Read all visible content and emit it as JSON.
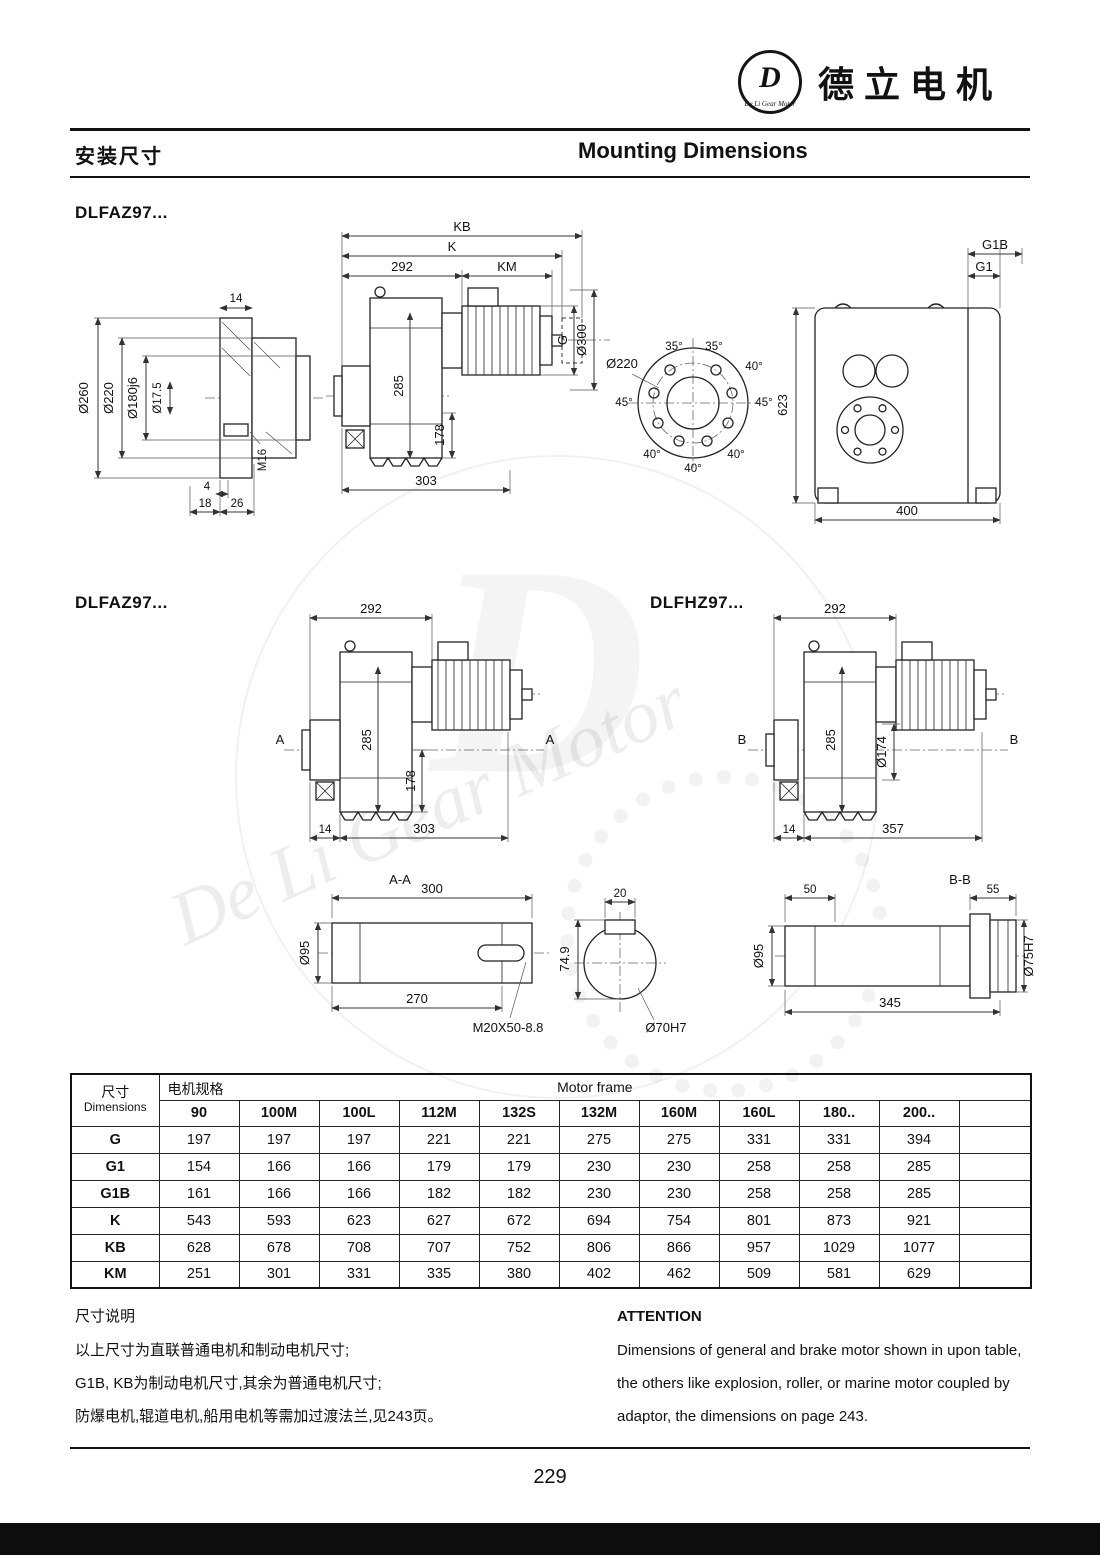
{
  "brand": {
    "name_cn": "德立电机",
    "name_en": "De Li Gear Motor",
    "logo_letter": "D"
  },
  "header": {
    "title_cn": "安装尺寸",
    "title_en": "Mounting Dimensions"
  },
  "sections": {
    "s1": "DLFAZ97...",
    "s2": "DLFAZ97...",
    "s3": "DLFHZ97..."
  },
  "watermark": "De Li Gear Motor",
  "d1": {
    "kb": "KB",
    "k": "K",
    "n292": "292",
    "km": "KM",
    "g": "G",
    "d300": "Ø300",
    "n285": "285",
    "n178": "178",
    "n303": "303",
    "d260": "Ø260",
    "d220": "Ø220",
    "d180": "Ø180j6",
    "d175": "Ø17.5",
    "n14": "14",
    "m16": "M16",
    "n4": "4",
    "n18": "18",
    "n26": "26",
    "bc_d220": "Ø220",
    "angles": [
      "35°",
      "35°",
      "40°",
      "45°",
      "45°",
      "40°",
      "40°",
      "40°"
    ],
    "g1b": "G1B",
    "g1": "G1",
    "n623": "623",
    "n400": "400"
  },
  "d2": {
    "left": {
      "n292": "292",
      "n285": "285",
      "n178": "178",
      "mark": "A",
      "n14": "14",
      "n303": "303"
    },
    "right": {
      "n292": "292",
      "n285": "285",
      "d174": "Ø174",
      "mark": "B",
      "n14": "14",
      "n357": "357"
    }
  },
  "d3": {
    "aa": {
      "title": "A-A",
      "n300": "300",
      "d95": "Ø95",
      "n270": "270",
      "thread": "M20X50-8.8"
    },
    "key": {
      "n20": "20",
      "n749": "74.9",
      "d70": "Ø70H7"
    },
    "bb": {
      "title": "B-B",
      "n50": "50",
      "n55": "55",
      "d95": "Ø95",
      "n345": "345",
      "d75": "Ø75H7"
    }
  },
  "table": {
    "dim_cn": "尺寸",
    "dim_en": "Dimensions",
    "spec_cn": "电机规格",
    "spec_en": "Motor frame",
    "columns": [
      "90",
      "100M",
      "100L",
      "112M",
      "132S",
      "132M",
      "160M",
      "160L",
      "180..",
      "200.."
    ],
    "rows": [
      {
        "label": "G",
        "values": [
          "197",
          "197",
          "197",
          "221",
          "221",
          "275",
          "275",
          "331",
          "331",
          "394"
        ]
      },
      {
        "label": "G1",
        "values": [
          "154",
          "166",
          "166",
          "179",
          "179",
          "230",
          "230",
          "258",
          "258",
          "285"
        ]
      },
      {
        "label": "G1B",
        "values": [
          "161",
          "166",
          "166",
          "182",
          "182",
          "230",
          "230",
          "258",
          "258",
          "285"
        ]
      },
      {
        "label": "K",
        "values": [
          "543",
          "593",
          "623",
          "627",
          "672",
          "694",
          "754",
          "801",
          "873",
          "921"
        ]
      },
      {
        "label": "KB",
        "values": [
          "628",
          "678",
          "708",
          "707",
          "752",
          "806",
          "866",
          "957",
          "1029",
          "1077"
        ]
      },
      {
        "label": "KM",
        "values": [
          "251",
          "301",
          "331",
          "335",
          "380",
          "402",
          "462",
          "509",
          "581",
          "629"
        ]
      }
    ]
  },
  "notes": {
    "cn_title": "尺寸说明",
    "cn_lines": [
      "以上尺寸为直联普通电机和制动电机尺寸;",
      "G1B, KB为制动电机尺寸,其余为普通电机尺寸;",
      "防爆电机,辊道电机,船用电机等需加过渡法兰,见243页。"
    ],
    "en_title": "ATTENTION",
    "en_lines": [
      "Dimensions of general and brake motor shown in upon table,",
      "the others like explosion, roller, or marine motor coupled by",
      "adaptor, the dimensions on page 243."
    ]
  },
  "footer": {
    "page_number": "229"
  }
}
